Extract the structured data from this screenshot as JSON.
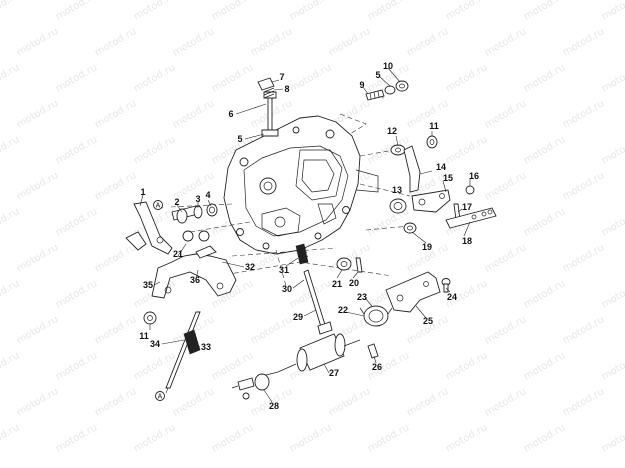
{
  "watermark": "motod.ru",
  "reference_marker": "A",
  "part_labels": [
    "1",
    "2",
    "3",
    "4",
    "5",
    "6",
    "7",
    "8",
    "9",
    "10",
    "11",
    "12",
    "13",
    "14",
    "15",
    "16",
    "17",
    "18",
    "19",
    "20",
    "21",
    "22",
    "23",
    "24",
    "25",
    "26",
    "27",
    "28",
    "29",
    "30",
    "31",
    "32",
    "33",
    "34",
    "35",
    "36"
  ],
  "colors": {
    "ink": "#222222",
    "watermark": "#e7e7e7",
    "background": "#ffffff"
  }
}
